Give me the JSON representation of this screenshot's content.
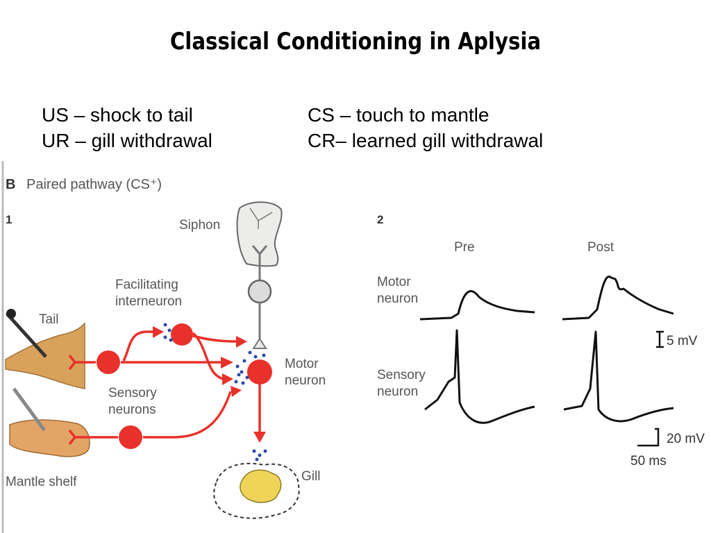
{
  "title": "Classical Conditioning in Aplysia",
  "definitions": {
    "us": "US – shock to tail",
    "ur": "UR – gill withdrawal",
    "cs": "CS – touch to mantle",
    "cr": "CR– learned gill withdrawal"
  },
  "figure": {
    "panel_letter": "B",
    "panel_title": "Paired pathway (CS⁺)",
    "panel1_number": "1",
    "panel2_number": "2",
    "labels": {
      "siphon": "Siphon",
      "facilitating_1": "Facilitating",
      "facilitating_2": "interneuron",
      "tail": "Tail",
      "motor_1": "Motor",
      "motor_2": "neuron",
      "sensory_1": "Sensory",
      "sensory_2": "neurons",
      "mantle": "Mantle shelf",
      "gill": "Gill"
    },
    "traces": {
      "pre": "Pre",
      "post": "Post",
      "motor_1": "Motor",
      "motor_2": "neuron",
      "sensory_1": "Sensory",
      "sensory_2": "neuron",
      "scale_5mv": "5 mV",
      "scale_20mv": "20 mV",
      "scale_50ms": "50 ms"
    },
    "colors": {
      "neuron_red": "#e8312a",
      "synapse_blue": "#2b4aa8",
      "tissue_tan": "#d9a25a"
    }
  }
}
